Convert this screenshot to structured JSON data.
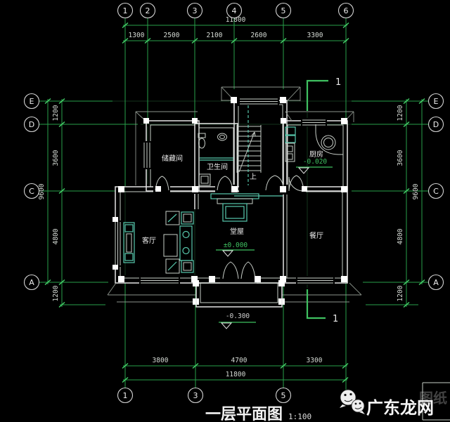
{
  "colors": {
    "background": "#000000",
    "dimension_green": "#27a04a",
    "tick_green": "#45d36a",
    "wall_white": "#e6e6e6",
    "furniture_teal": "#58c9ad",
    "elevation_green": "#3fc161"
  },
  "axes": {
    "top": {
      "bubbles": [
        "1",
        "2",
        "3",
        "4",
        "5",
        "6"
      ],
      "segments": [
        "1300",
        "2500",
        "2100",
        "2600",
        "3300"
      ],
      "total": "11800"
    },
    "bottom": {
      "bubbles": [
        "1",
        "3",
        "5"
      ],
      "segments": [
        "3800",
        "4700",
        "3300"
      ],
      "total": "11800"
    },
    "left": {
      "bubbles": [
        "E",
        "D",
        "C",
        "A"
      ],
      "segments": [
        "1200",
        "3600",
        "4800"
      ],
      "total": "9600",
      "extra": "1200"
    },
    "right": {
      "bubbles": [
        "E",
        "D",
        "C",
        "A"
      ],
      "segments": [
        "1200",
        "3600",
        "4800"
      ],
      "total": "9600",
      "extra": "1200"
    }
  },
  "rooms": {
    "storage": "储藏间",
    "bathroom": "卫生间",
    "kitchen": "厨房",
    "living": "客厅",
    "hall": "堂屋",
    "dining": "餐厅"
  },
  "stairs": {
    "up": "上"
  },
  "elevations": {
    "hall": "±0.000",
    "kitchen": "-0.020",
    "porch": "-0.300"
  },
  "section": {
    "label": "1"
  },
  "title": {
    "text": "一层平面图",
    "scale": "1:100"
  },
  "watermark": {
    "text": "广东龙网",
    "ghost": "图纸"
  }
}
